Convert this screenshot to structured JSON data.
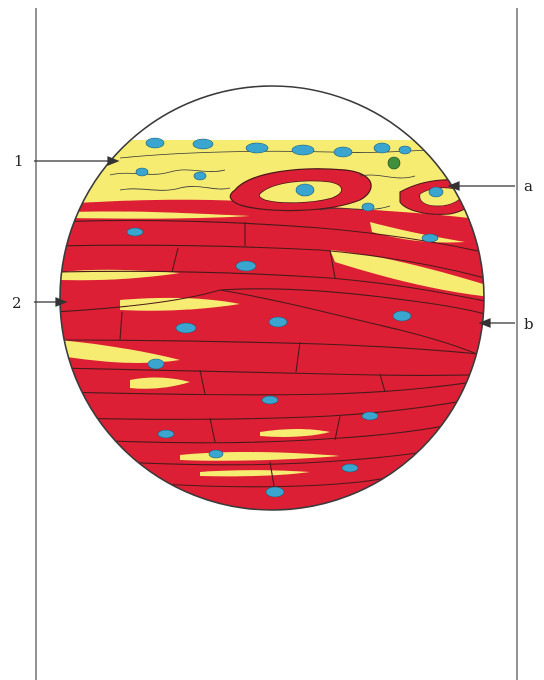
{
  "colors": {
    "background": "#ffffff",
    "frame_line": "#555555",
    "outline": "#3a3a3a",
    "muscle_red": "#dc1f35",
    "connective_yellow": "#f6ec72",
    "nucleus_blue": "#3aa6cf",
    "cell_green": "#3f8f3c",
    "leader_line": "#333333"
  },
  "labels": {
    "left_upper": "1",
    "left_lower": "2",
    "right_upper": "a",
    "right_lower": "b"
  }
}
